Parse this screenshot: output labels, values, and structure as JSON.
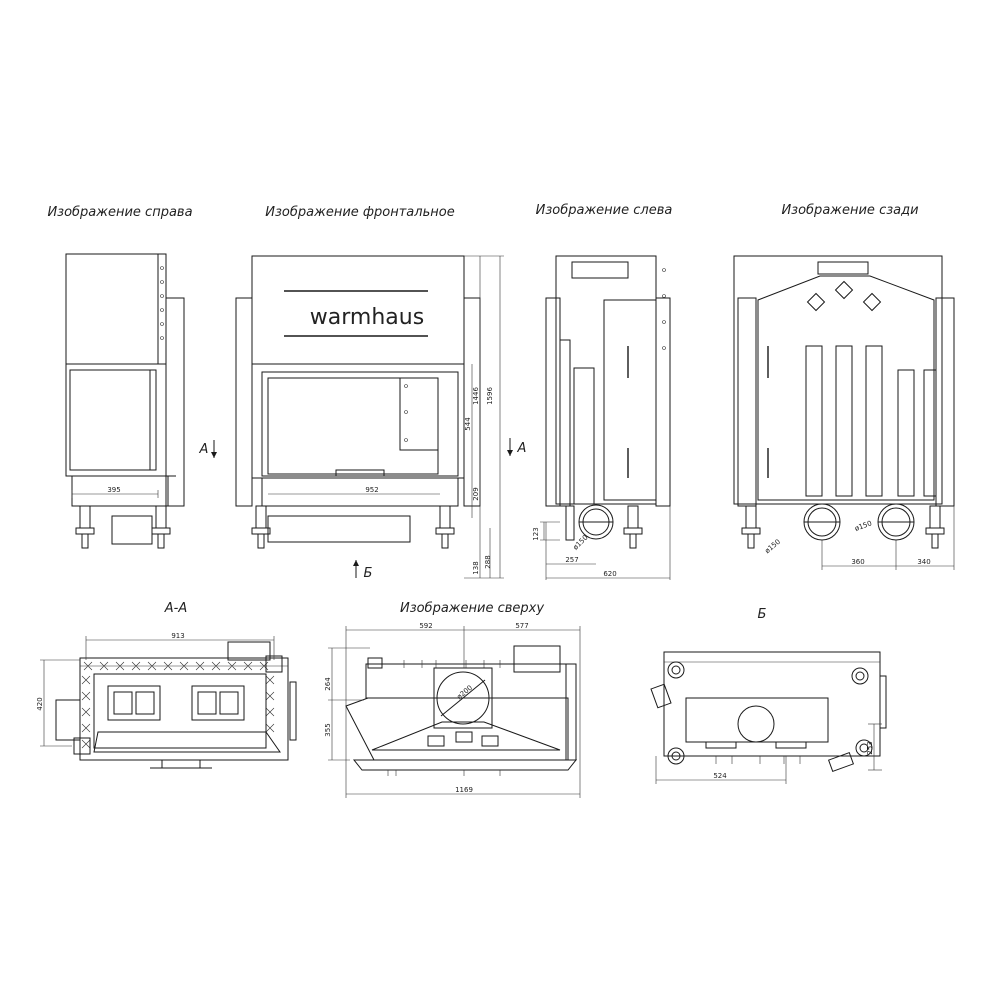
{
  "titles": {
    "right": "Изображение справа",
    "front": "Изображение фронтальное",
    "left": "Изображение слева",
    "back": "Изображение сзади",
    "section_aa": "А-А",
    "top": "Изображение сверху",
    "view_b": "Б"
  },
  "brand": "warmhaus",
  "markers": {
    "a_left": "А",
    "a_right": "А",
    "b_front": "Б"
  },
  "dims": {
    "right_width": "395",
    "front_width": "952",
    "front_h544": "544",
    "front_h1446": "1446",
    "front_h1596": "1596",
    "front_h209": "209",
    "front_h138": "138",
    "front_h288": "288",
    "left_h123": "123",
    "left_w257": "257",
    "left_w620": "620",
    "left_d150": "ø150",
    "back_d150_a": "ø150",
    "back_d150_b": "ø150",
    "back_w360": "360",
    "back_w340": "340",
    "aa_w913": "913",
    "aa_h420": "420",
    "top_w592": "592",
    "top_w577": "577",
    "top_w1169": "1169",
    "top_h264": "264",
    "top_h355": "355",
    "top_d200": "ø200",
    "b_w524": "524",
    "b_h253": "253"
  }
}
